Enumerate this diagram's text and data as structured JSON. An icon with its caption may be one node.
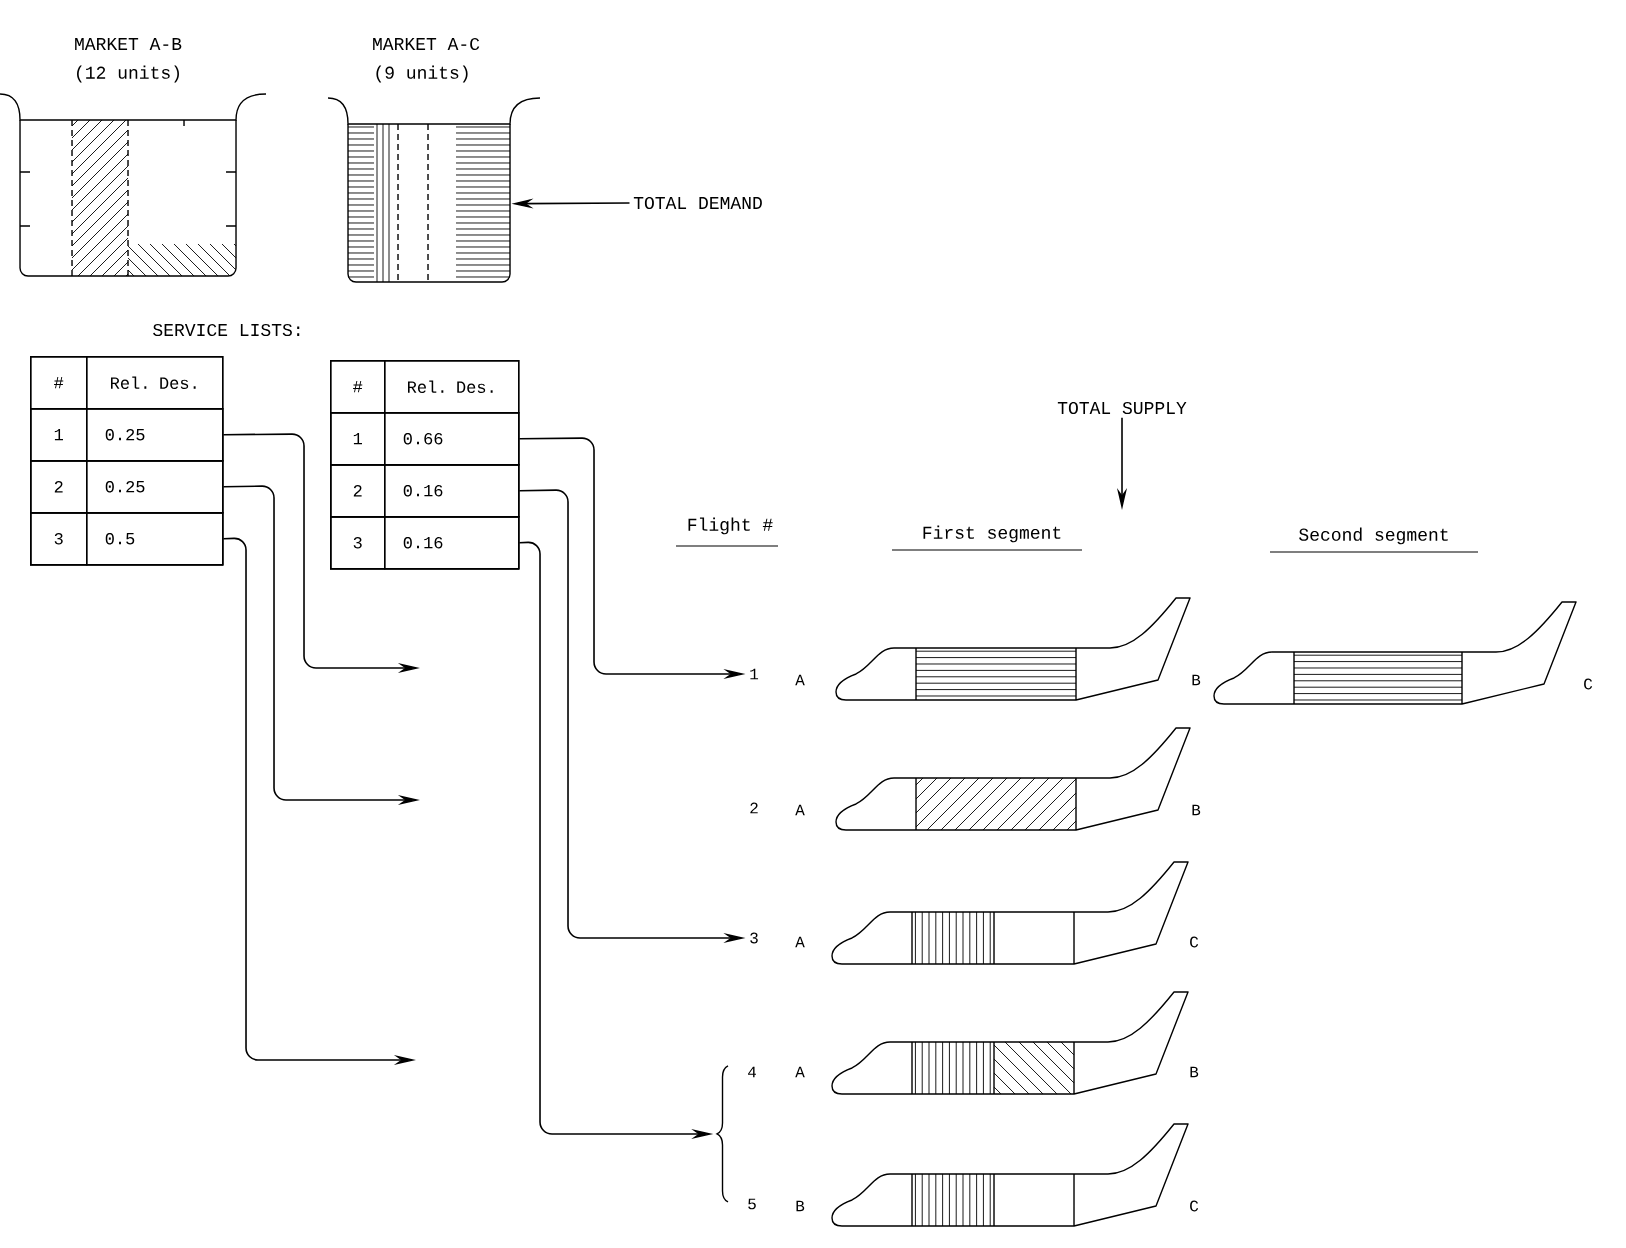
{
  "diagram": {
    "nodes": [
      {
        "text": [
          "MARKET A-B",
          "(12 units)"
        ]
      },
      {
        "text": [
          "MARKET A-C",
          "(9 units)"
        ]
      },
      {
        "text": [
          "TOTAL DEMAND"
        ]
      },
      {
        "text": [
          "#",
          "Rel. Des."
        ]
      },
      {
        "text": [
          "1",
          "0.25"
        ],
        "in": 3
      },
      {
        "text": [
          "2",
          "0.25"
        ],
        "in": 3
      },
      {
        "text": [
          "3",
          "0.5"
        ],
        "in": 3
      },
      {
        "text": [
          "#",
          "Rel. Des."
        ]
      },
      {
        "text": [
          "1",
          "0.66"
        ],
        "in": 7
      },
      {
        "text": [
          "2",
          "0.16"
        ],
        "in": 7
      },
      {
        "text": [
          "3",
          "0.16"
        ],
        "in": 7
      },
      {
        "text": [
          "TOTAL SUPPLY"
        ]
      },
      {
        "text": [
          "1"
        ]
      },
      {
        "text": [],
        "shape": "airplane",
        "beside": [
          "A",
          "B"
        ]
      },
      {
        "text": [],
        "shape": "airplane",
        "beside": [
          "C"
        ]
      },
      {
        "text": [
          "2"
        ]
      },
      {
        "text": [],
        "shape": "airplane",
        "beside": [
          "A",
          "B"
        ]
      },
      {
        "text": [
          "3"
        ]
      },
      {
        "text": [],
        "shape": "airplane",
        "beside": [
          "A",
          "C"
        ]
      },
      {
        "text": [],
        "shape": "brace"
      },
      {
        "text": [
          "4"
        ]
      },
      {
        "text": [],
        "shape": "airplane",
        "beside": [
          "A",
          "B"
        ]
      },
      {
        "text": [
          "5"
        ]
      },
      {
        "text": [],
        "shape": "airplane",
        "beside": [
          "B",
          "C"
        ]
      }
    ],
    "edges": [
      {
        "from": 2,
        "to": 1,
        "arrow": "to"
      },
      {
        "from": 4,
        "to": null,
        "arrow": "to"
      },
      {
        "from": 5,
        "to": null,
        "arrow": "to"
      },
      {
        "from": 6,
        "to": null,
        "arrow": "to"
      },
      {
        "from": 8,
        "to": 12,
        "arrow": "to"
      },
      {
        "from": 9,
        "to": 17,
        "arrow": "to"
      },
      {
        "from": 10,
        "to": 19,
        "arrow": "to"
      },
      {
        "from": 11,
        "to": null,
        "arrow": "to"
      }
    ],
    "labels": [
      "SERVICE LISTS:",
      "Flight #",
      "First segment",
      "Second segment"
    ]
  }
}
